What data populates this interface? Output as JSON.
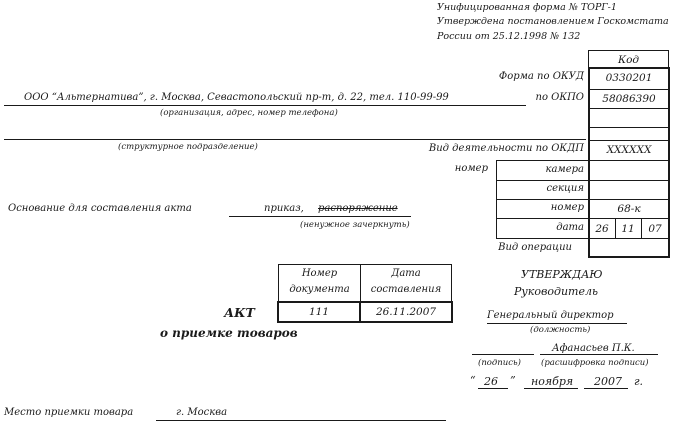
{
  "header": {
    "line1": "Унифицированная форма № ТОРГ-1",
    "line2": "Утверждена постановлением Госкомстата",
    "line3": "России от 25.12.1998 № 132"
  },
  "codes": {
    "title": "Код",
    "okud_label": "Форма по ОКУД",
    "okud": "0330201",
    "okpo_label": "по ОКПО",
    "okpo": "58086390",
    "okdp_label": "Вид деятельности по ОКДП",
    "okdp": "XXXXXX",
    "number_label": "номер",
    "camera_label": "камера",
    "section_label": "секция",
    "nomer_label": "номер",
    "nomer_value": "68-к",
    "date_label": "дата",
    "date_d": "26",
    "date_m": "11",
    "date_y": "07",
    "operation_label": "Вид операции"
  },
  "org": {
    "name": "ООО “Альтернатива”, г. Москва, Севастопольский пр-т, д. 22, тел. 110-99-99",
    "caption": "(организация, адрес, номер телефона)",
    "subdivision_caption": "(структурное подразделение)"
  },
  "basis": {
    "label": "Основание для составления акта",
    "value1": "приказ,",
    "value2": "распоряжение",
    "caption": "(ненужное зачеркнуть)"
  },
  "doc_table": {
    "h1a": "Номер",
    "h1b": "документа",
    "h2a": "Дата",
    "h2b": "составления",
    "num": "111",
    "date": "26.11.2007"
  },
  "act": {
    "title": "АКТ",
    "subtitle": "о приемке товаров"
  },
  "approve": {
    "word": "УТВЕРЖДАЮ",
    "role": "Руководитель",
    "position": "Генеральный директор",
    "position_caption": "(должность)",
    "name": "Афанасьев П.К.",
    "sign_caption": "(подпись)",
    "name_caption": "(расшифровка подписи)",
    "quote_open": "“",
    "day": "26",
    "quote_close": "”",
    "month": "ноября",
    "year": "2007",
    "year_suffix": "г."
  },
  "place": {
    "label": "Место приемки товара",
    "value": "г. Москва"
  }
}
